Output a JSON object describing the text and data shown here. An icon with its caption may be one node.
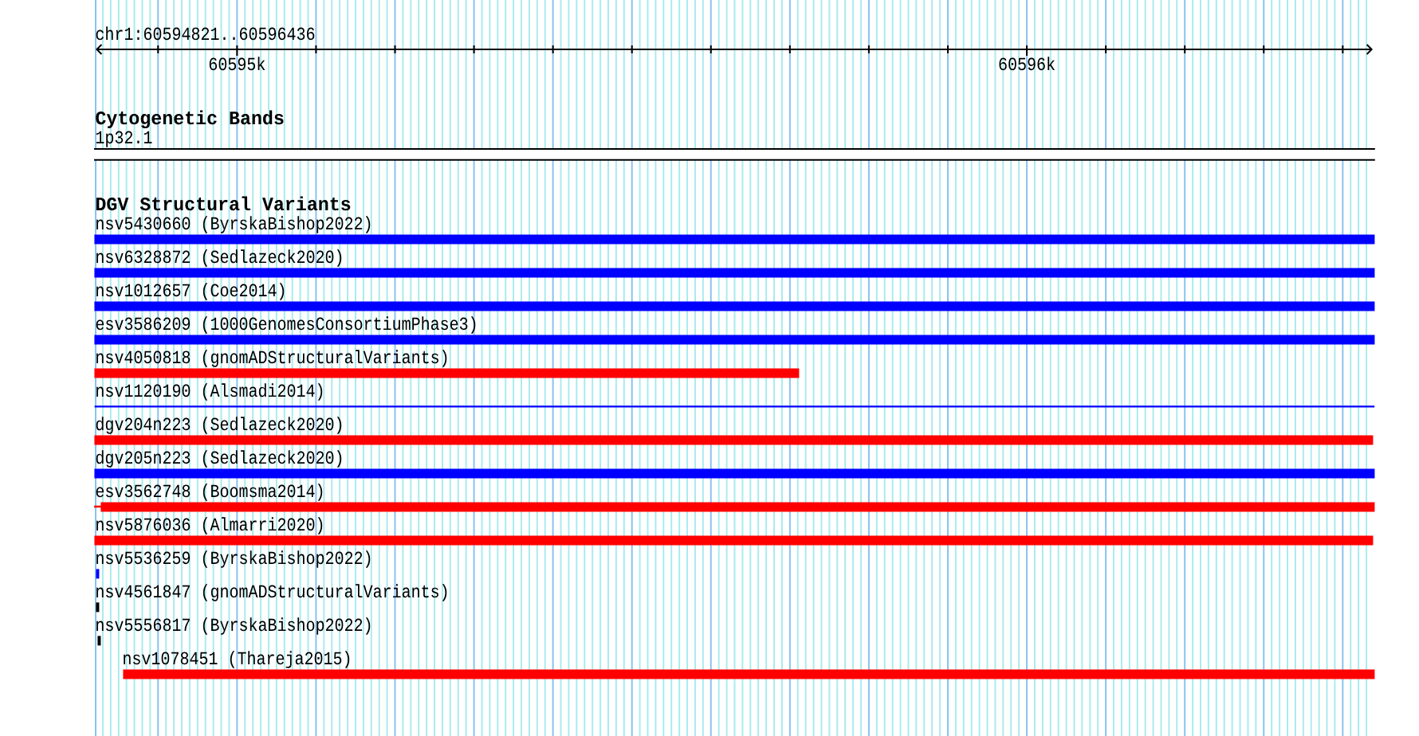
{
  "diagram": {
    "nodes": [
      {
        "text": [
          "1p32.1"
        ]
      },
      {
        "text": [
          "nsv5430660 (ByrskaBishop2022)"
        ]
      },
      {
        "text": [
          "nsv6328872 (Sedlazeck2020)"
        ]
      },
      {
        "text": [
          "nsv1012657 (Coe2014)"
        ]
      },
      {
        "text": [
          "esv3586209 (1000GenomesConsortiumPhase3)"
        ]
      },
      {
        "text": [
          "nsv4050818 (gnomADStructuralVariants)"
        ]
      },
      {
        "text": [
          "nsv1120190 (Alsmadi2014)"
        ]
      },
      {
        "text": [
          "dgv204n223 (Sedlazeck2020)"
        ]
      },
      {
        "text": [
          "dgv205n223 (Sedlazeck2020)"
        ]
      },
      {
        "text": [
          "esv3562748 (Boomsma2014)"
        ]
      },
      {
        "text": [
          "nsv5876036 (Almarri2020)"
        ]
      },
      {
        "text": [
          "nsv5536259 (ByrskaBishop2022)"
        ]
      },
      {
        "text": [
          "nsv4561847 (gnomADStructuralVariants)"
        ]
      },
      {
        "text": [
          "nsv5556817 (ByrskaBishop2022)"
        ]
      },
      {
        "text": [
          "nsv1078451 (Thareja2015)"
        ]
      }
    ],
    "labels": [
      "chr1:60594821..60596436",
      "60595k",
      "60596k",
      "Cytogenetic Bands",
      "DGV Structural Variants"
    ]
  }
}
